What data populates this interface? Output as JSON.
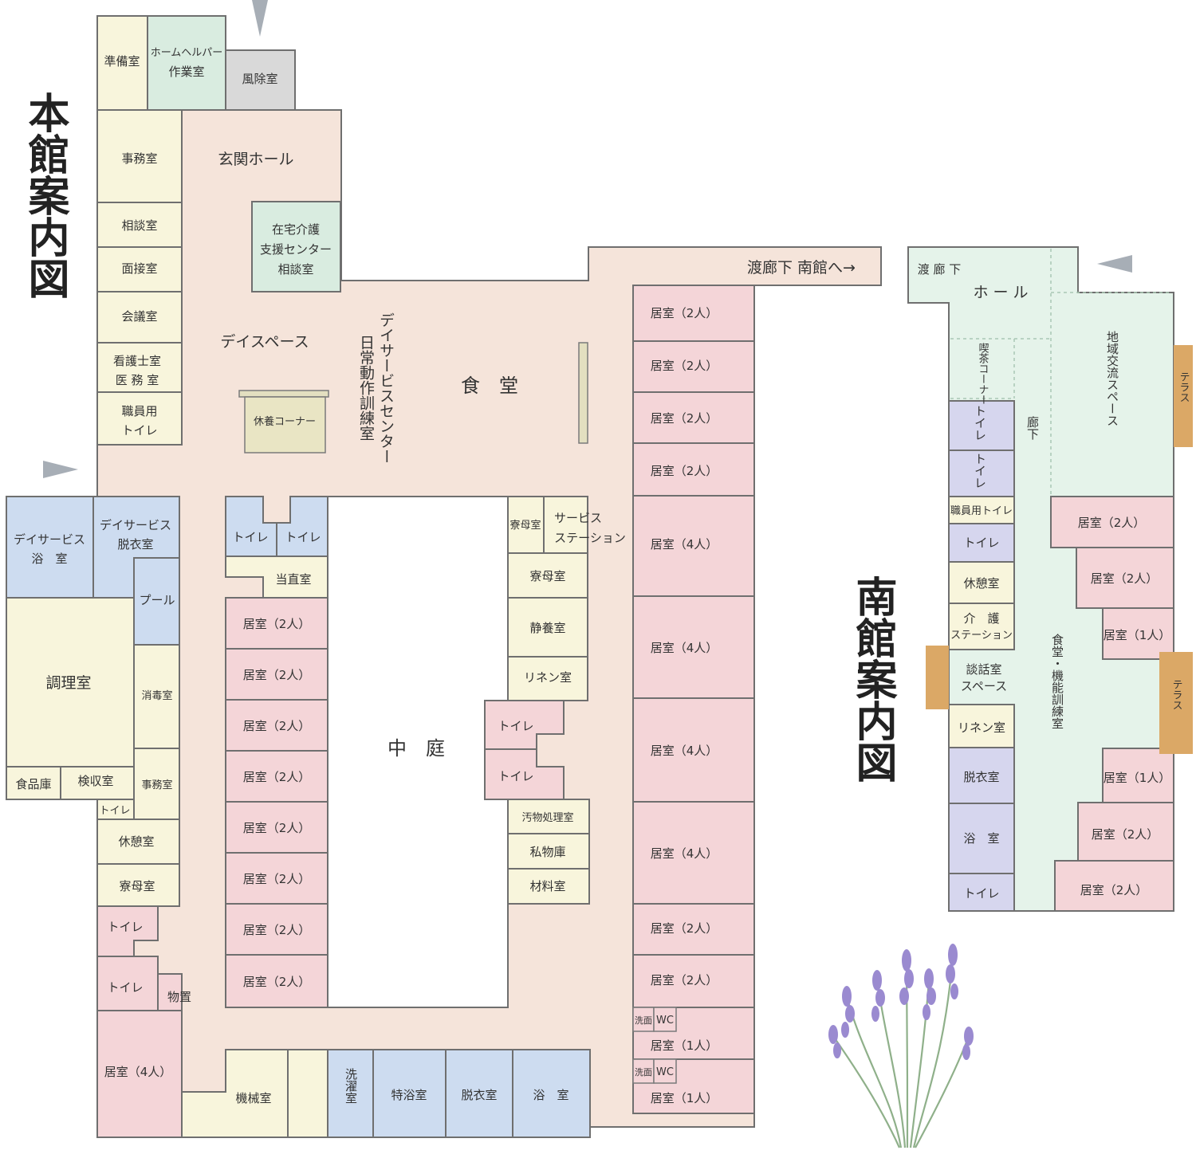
{
  "titles": {
    "main": "本館案内図",
    "south": "南館案内図"
  },
  "colors": {
    "corridor": "#f5e4da",
    "room_pink": "#f4d5d8",
    "room_cream": "#f8f5dc",
    "room_blue": "#cddcf0",
    "room_green": "#d9ece0",
    "room_gray": "#d9d9d9",
    "room_lavender": "#d6d6ee",
    "south_floor": "#e5f3ea",
    "terrace": "#dba866",
    "outline": "#6f6f6f"
  },
  "main": {
    "junbishitsu": "準備室",
    "homehelper_1": "ホームヘルパー",
    "homehelper_2": "作業室",
    "fujoshitsu": "風除室",
    "jimushitsu": "事務室",
    "genkan": "玄関ホール",
    "soudan": "相談室",
    "mensetsu": "面接室",
    "kaigi": "会議室",
    "kango_1": "看護士室",
    "kango_2": "医 務 室",
    "shokuin_1": "職員用",
    "shokuin_2": "トイレ",
    "zaitaku_1": "在宅介護",
    "zaitaku_2": "支援センター",
    "zaitaku_3": "相談室",
    "watari": "渡廊下 南館へ→",
    "dayspace": "デイスペース",
    "kyuyo": "休養コーナー",
    "dayservice_v1": "デイサービスセンター",
    "dayservice_v2": "日常動作訓練室",
    "shokudo": "食　堂",
    "day_yokushitsu_1": "デイサービス",
    "day_yokushitsu_2": "浴　室",
    "day_datsui_1": "デイサービス",
    "day_datsui_2": "脱衣室",
    "pool": "プール",
    "chouri": "調理室",
    "shodoku": "消毒室",
    "shokuhinko": "食品庫",
    "kenshu": "検収室",
    "jimu2": "事務室",
    "toilet_small": "トイレ",
    "kyukei": "休憩室",
    "ryobo": "寮母室",
    "toilet": "トイレ",
    "monooki": "物置",
    "kyoshitsu4": "居室（4人）",
    "kikai": "機械室",
    "sentaku": "洗濯室",
    "tokuyoku": "特浴室",
    "datsui": "脱衣室",
    "yokushitsu": "浴　室",
    "tochoku": "当直室",
    "kyoshitsu2": "居室（2人）",
    "nakaniwa": "中　庭",
    "ryobo_small": "寮母室",
    "service_1": "サービス",
    "service_2": "ステーション",
    "seiyo": "静養室",
    "linen": "リネン室",
    "obutsu": "汚物処理室",
    "shibutsu": "私物庫",
    "zairyo": "材料室",
    "kyoshitsu1": "居室（1人）",
    "senmen": "洗面",
    "wc": "WC"
  },
  "south": {
    "watari": "渡 廊 下",
    "hall": "ホ ー ル",
    "kissa": "喫茶コーナー",
    "rouka": "廊下",
    "chiiki": "地域交流スペース",
    "terrace": "テラス",
    "toilet": "トイレ",
    "shokuin_toilet": "職員用トイレ",
    "kyukei": "休憩室",
    "kaigo_1": "介　護",
    "kaigo_2": "ステーション",
    "danwa_1": "談話室",
    "danwa_2": "スペース",
    "linen": "リネン室",
    "datsui": "脱衣室",
    "yokushitsu": "浴　室",
    "shokudo_kinou": "食堂・機能訓練室",
    "kyoshitsu2": "居室（2人）",
    "kyoshitsu1": "居室（1人）"
  }
}
